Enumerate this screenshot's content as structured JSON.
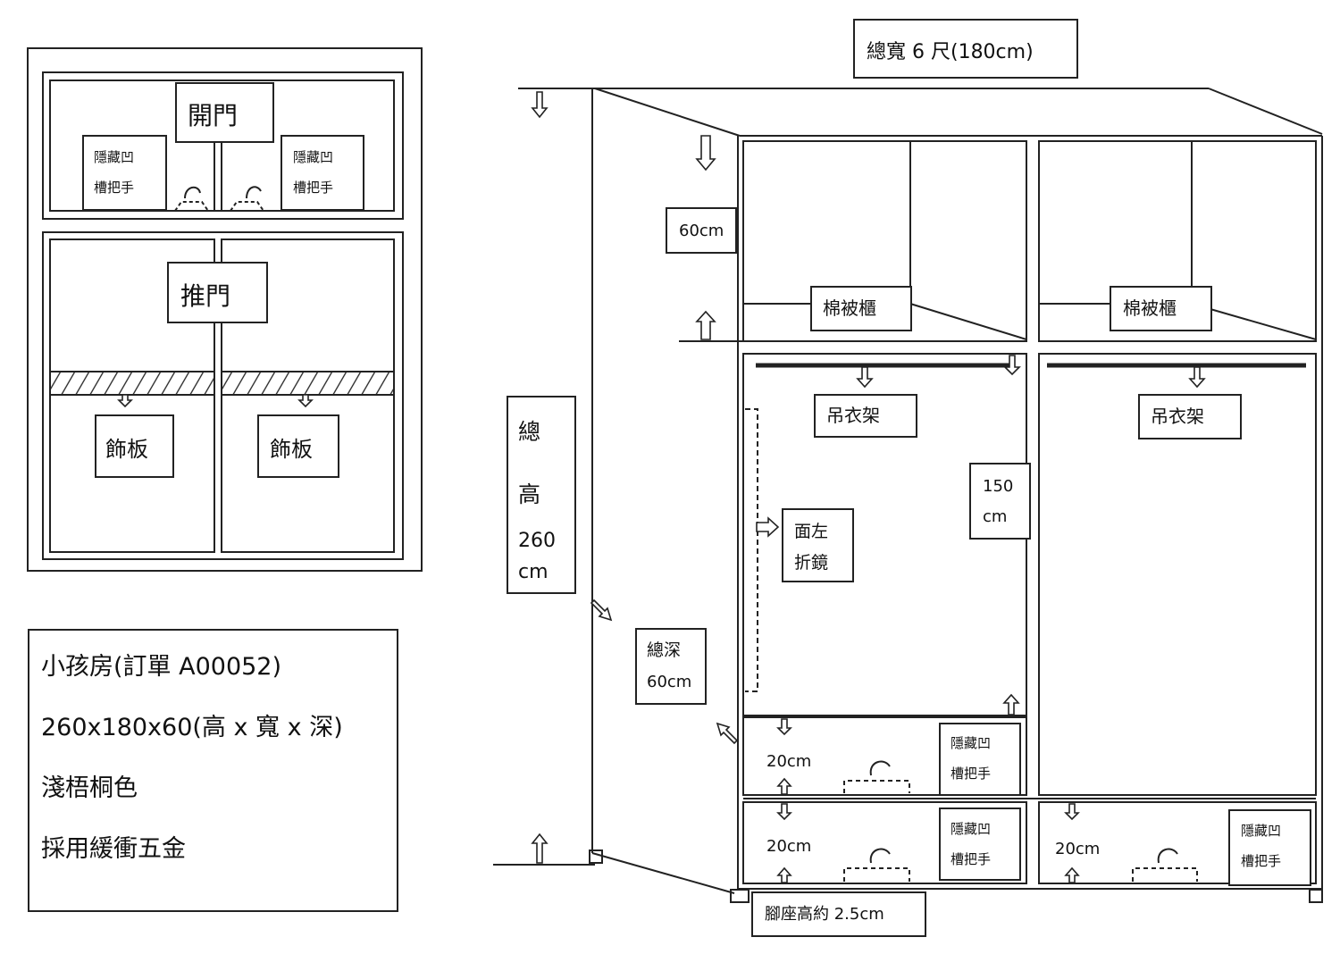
{
  "front_view": {
    "open_door": "開門",
    "sliding_door": "推門",
    "decor_panel_left": "飾板",
    "decor_panel_right": "飾板",
    "handle_left_1": "隱藏凹",
    "handle_left_2": "槽把手",
    "handle_right_1": "隱藏凹",
    "handle_right_2": "槽把手"
  },
  "order_info": {
    "line1": "小孩房(訂單 A00052)",
    "line2": "260x180x60(高 x 寬 x 深)",
    "line3": "淺梧桐色",
    "line4": "採用緩衝五金"
  },
  "dimensions": {
    "total_width": "總寬 6 尺(180cm)",
    "top_section": "60cm",
    "total_height_1": "總",
    "total_height_2": "高",
    "total_height_3": "260",
    "total_height_4": "cm",
    "total_depth_1": "總深",
    "total_depth_2": "60cm",
    "hanging_height_1": "150",
    "hanging_height_2": "cm",
    "drawer1": "20cm",
    "drawer2": "20cm",
    "drawer3": "20cm",
    "foot": "腳座高約 2.5cm"
  },
  "parts": {
    "quilt_cabinet_left": "棉被櫃",
    "quilt_cabinet_right": "棉被櫃",
    "hanger_rail_left": "吊衣架",
    "hanger_rail_right": "吊衣架",
    "mirror_1": "面左",
    "mirror_2": "折鏡",
    "drawer_handle_1a": "隱藏凹",
    "drawer_handle_1b": "槽把手",
    "drawer_handle_2a": "隱藏凹",
    "drawer_handle_2b": "槽把手",
    "drawer_handle_3a": "隱藏凹",
    "drawer_handle_3b": "槽把手"
  }
}
